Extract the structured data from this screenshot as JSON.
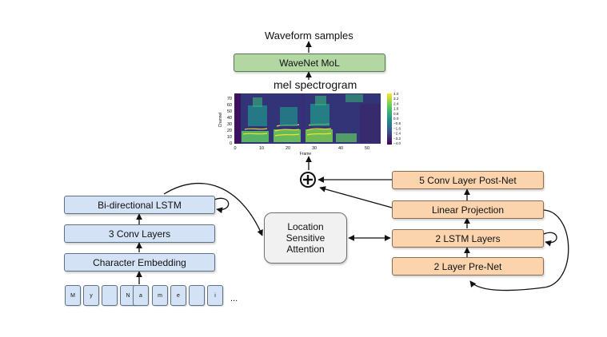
{
  "output_label": "Waveform samples",
  "vocoder_label": "WaveNet MoL",
  "spectrogram_label": "mel spectrogram",
  "spectrogram_plot": {
    "y_axis_label": "Channel",
    "x_axis_label": "Frame",
    "y_ticks": [
      "70",
      "60",
      "50",
      "40",
      "30",
      "20",
      "10",
      "0"
    ],
    "x_ticks": [
      "0",
      "10",
      "20",
      "30",
      "40",
      "50"
    ],
    "colorbar_ticks": [
      "4.0",
      "3.2",
      "2.4",
      "1.6",
      "0.8",
      "0.0",
      "−0.8",
      "−1.6",
      "−2.4",
      "−3.2",
      "−4.0"
    ]
  },
  "encoder": {
    "lstm_label": "Bi-directional LSTM",
    "conv_label": "3 Conv Layers",
    "embedding_label": "Character Embedding",
    "chars": [
      "M",
      "y",
      "",
      "N",
      "a",
      "m",
      "e",
      "",
      "i"
    ],
    "ellipsis": "..."
  },
  "attention": {
    "line1": "Location",
    "line2": "Sensitive",
    "line3": "Attention"
  },
  "decoder": {
    "postnet_label": "5 Conv Layer Post-Net",
    "projection_label": "Linear Projection",
    "lstm_label": "2 LSTM Layers",
    "prenet_label": "2 Layer Pre-Net"
  },
  "colors": {
    "encoder_fill": "#d3e3f5",
    "decoder_fill": "#fbd4ad",
    "vocoder_fill": "#b3d7a3",
    "attention_fill": "#f1f1f1"
  }
}
